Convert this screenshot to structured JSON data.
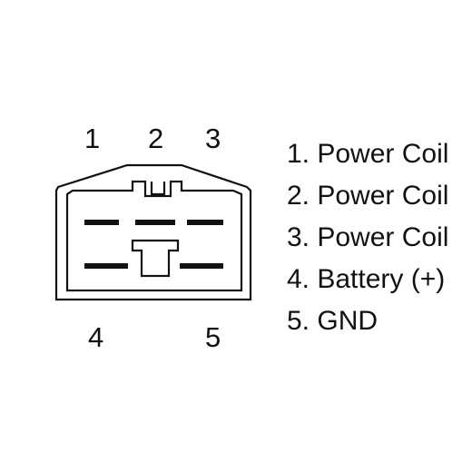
{
  "pin_labels": {
    "top": [
      "1",
      "2",
      "3"
    ],
    "bottom": [
      "4",
      "5"
    ]
  },
  "legend": [
    {
      "text": "1. Power Coil"
    },
    {
      "text": "2. Power Coil"
    },
    {
      "text": "3. Power Coil"
    },
    {
      "text": "4. Battery (+)"
    },
    {
      "text": "5. GND"
    }
  ],
  "colors": {
    "line": "#111111",
    "background": "#ffffff"
  }
}
